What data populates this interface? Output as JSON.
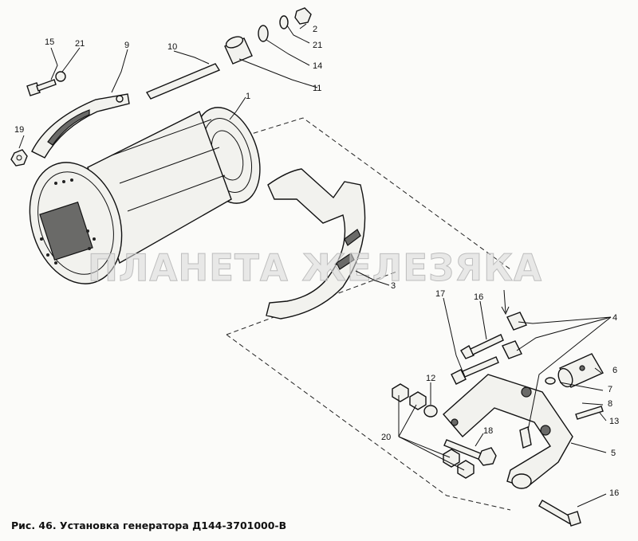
{
  "caption": "Рис. 46. Установка генератора Д144-3701000-В",
  "watermark": "ПЛАНЕТА ЖЕЛЕЗЯКА",
  "callouts": {
    "c1": "1",
    "c2": "2",
    "c3": "3",
    "c4": "4",
    "c5": "5",
    "c6": "6",
    "c7": "7",
    "c8": "8",
    "c9": "9",
    "c10": "10",
    "c11": "11",
    "c12": "12",
    "c13": "13",
    "c14": "14",
    "c15": "15",
    "c16a": "16",
    "c16b": "16",
    "c17": "17",
    "c18": "18",
    "c19": "19",
    "c20": "20",
    "c21a": "21",
    "c21b": "21"
  }
}
